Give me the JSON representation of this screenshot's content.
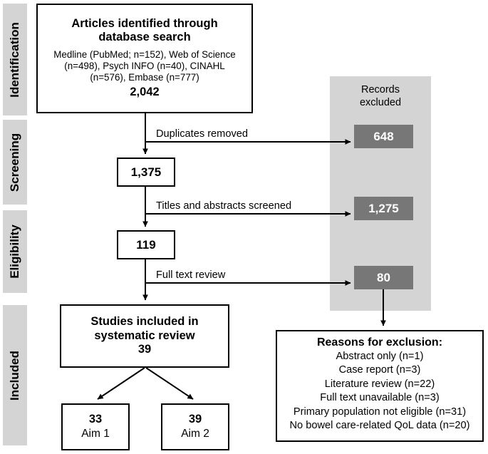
{
  "stages": [
    {
      "label": "Identification"
    },
    {
      "label": "Screening"
    },
    {
      "label": "Eligibility"
    },
    {
      "label": "Included"
    }
  ],
  "identification_box": {
    "title_line1": "Articles identified through",
    "title_line2": "database search",
    "sources_line1": "Medline (PubMed; n=152), Web of Science",
    "sources_line2": "(n=498), Psych INFO (n=40), CINAHL",
    "sources_line3": "(n=576), Embase (n=777)",
    "total": "2,042"
  },
  "excluded_panel": {
    "header_line1": "Records",
    "header_line2": "excluded",
    "counts": [
      "648",
      "1,275",
      "80"
    ]
  },
  "arrow_labels": {
    "duplicates": "Duplicates removed",
    "titles_abstracts": "Titles and abstracts screened",
    "full_text": "Full text review"
  },
  "screening_count": "1,375",
  "eligibility_count": "119",
  "included_box": {
    "line1": "Studies included in",
    "line2": "systematic review",
    "count": "39"
  },
  "aim_boxes": [
    {
      "count": "33",
      "label": "Aim 1"
    },
    {
      "count": "39",
      "label": "Aim 2"
    }
  ],
  "reasons_box": {
    "title": "Reasons for exclusion:",
    "items": [
      "Abstract only (n=1)",
      "Case report (n=3)",
      "Literature review (n=22)",
      "Full text unavailable (n=3)",
      "Primary population not eligible (n=31)",
      "No bowel care-related QoL data (n=20)"
    ]
  },
  "colors": {
    "band": "#d4d4d4",
    "panel": "#d4d4d4",
    "dark_box": "#777777",
    "line": "#000000"
  }
}
